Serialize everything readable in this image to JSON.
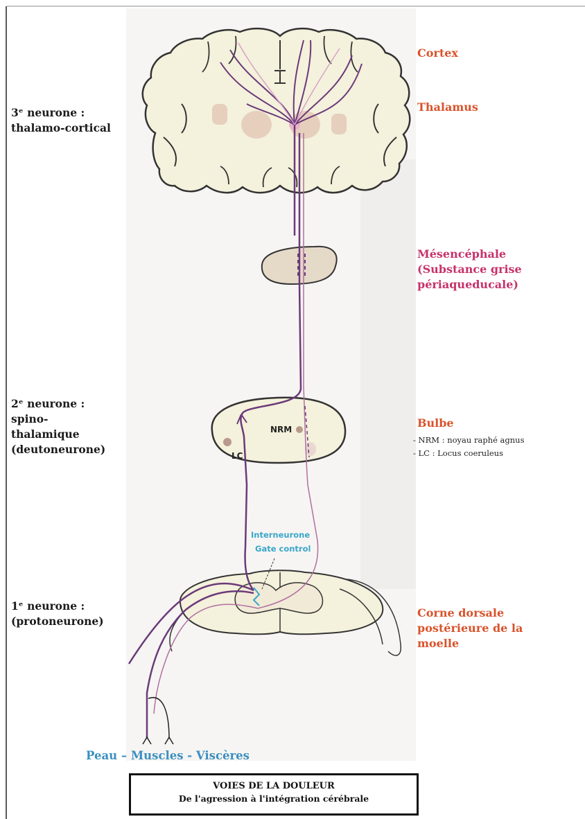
{
  "neurons": {
    "third": "3ᵉ neurone :\nthalamo-cortical",
    "second": "2ᵉ neurone :\nspino-\nthalamique\n(deutoneurone)",
    "first": "1ᵉ neurone :\n(protoneurone)"
  },
  "regions": {
    "cortex": "Cortex",
    "thalamus": "Thalamus",
    "mesencephale": "Mésencéphale\n(Substance grise\npériaqueducale)",
    "bulbe": "Bulbe",
    "bulbe_nrm": "- NRM : noyau raphé agnus",
    "bulbe_lc": "- LC : Locus coeruleus",
    "corne": "Corne dorsale\npostérieure de la\nmoelle"
  },
  "diagram": {
    "nrm": "NRM",
    "lc": "LC",
    "interneurone_line1": "Interneurone",
    "interneurone_line2": "Gate control"
  },
  "bottom_label": "Peau – Muscles - Viscères",
  "caption": {
    "title": "VOIES DE LA DOULEUR",
    "subtitle": "De l'agression à l'intégration cérébrale"
  },
  "colors": {
    "pathway": "#6b3a7a",
    "pathway_light": "#c58ab8",
    "tissue": "#f4f1dc",
    "outline": "#333333",
    "region_label": "#d9532b",
    "interneurone": "#3aa6c9"
  }
}
